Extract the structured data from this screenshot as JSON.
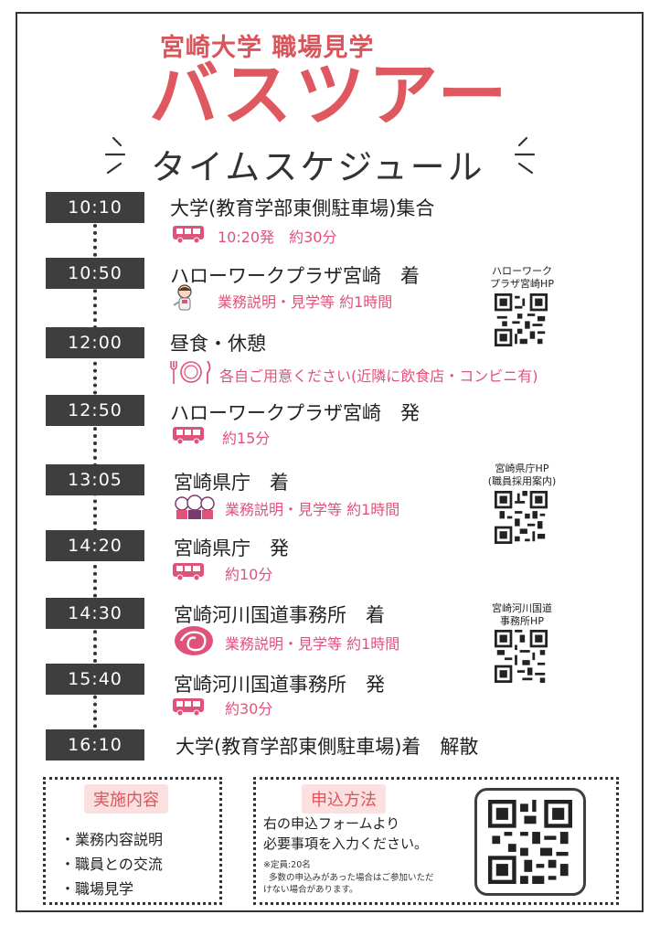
{
  "header": {
    "subtitle": "宮崎大学 職場見学",
    "title": "バスツアー",
    "schedule_title": "タイムスケジュール"
  },
  "schedule": [
    {
      "time": "10:10",
      "title": "大学(教育学部東側駐車場)集合",
      "detail": "10:20発　約30分",
      "icon": "bus-icon"
    },
    {
      "time": "10:50",
      "title": "ハローワークプラザ宮崎　着",
      "detail": "業務説明・見学等 約1時間",
      "icon": "mascot-icon"
    },
    {
      "time": "12:00",
      "title": "昼食・休憩",
      "detail": "各自ご用意ください(近隣に飲食店・コンビニ有)",
      "icon": "meal-icon"
    },
    {
      "time": "12:50",
      "title": "ハローワークプラザ宮崎　発",
      "detail": "約15分",
      "icon": "bus-icon"
    },
    {
      "time": "13:05",
      "title": "宮崎県庁　着",
      "detail": "業務説明・見学等 約1時間",
      "icon": "mascot-group-icon"
    },
    {
      "time": "14:20",
      "title": "宮崎県庁　発",
      "detail": "約10分",
      "icon": "bus-icon"
    },
    {
      "time": "14:30",
      "title": "宮崎河川国道事務所　着",
      "detail": "業務説明・見学等 約1時間",
      "icon": "swirl-logo-icon"
    },
    {
      "time": "15:40",
      "title": "宮崎河川国道事務所　発",
      "detail": "約30分",
      "icon": "bus-icon"
    },
    {
      "time": "16:10",
      "title": "大学(教育学部東側駐車場)着　解散",
      "detail": "",
      "icon": ""
    }
  ],
  "qr_codes": [
    {
      "label_line1": "ハローワーク",
      "label_line2": "プラザ宮崎HP"
    },
    {
      "label_line1": "宮崎県庁HP",
      "label_line2": "(職員採用案内)"
    },
    {
      "label_line1": "宮崎河川国道",
      "label_line2": "事務所HP"
    }
  ],
  "details_box": {
    "heading": "実施内容",
    "items": [
      "・業務内容説明",
      "・職員との交流",
      "・職場見学"
    ]
  },
  "apply_box": {
    "heading": "申込方法",
    "line1": "右の申込フォームより",
    "line2": "必要事項を入力ください。",
    "note1": "※定員:20名",
    "note2": "多数の申込みがあった場合はご参加いただ",
    "note3": "けない場合があります。"
  },
  "colors": {
    "accent_red": "#df5860",
    "accent_pink": "#e0527a",
    "time_box": "#3e3e3e",
    "pill_bg": "#fbe0df"
  }
}
